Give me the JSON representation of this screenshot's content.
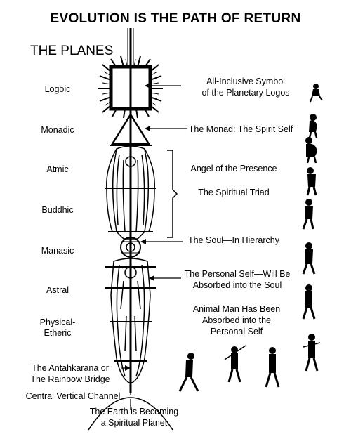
{
  "title": "EVOLUTION IS THE PATH OF RETURN",
  "planes_heading": "THE PLANES",
  "planes": [
    {
      "id": "logoic",
      "label": "Logoic"
    },
    {
      "id": "monadic",
      "label": "Monadic"
    },
    {
      "id": "atmic",
      "label": "Atmic"
    },
    {
      "id": "buddhic",
      "label": "Buddhic"
    },
    {
      "id": "manasic",
      "label": "Manasic"
    },
    {
      "id": "astral",
      "label": "Astral"
    },
    {
      "id": "physical_etheric",
      "label": "Physical-\nEtheric"
    }
  ],
  "annotations": {
    "logos": "All-Inclusive Symbol\nof the Planetary Logos",
    "monad": "The Monad: The Spirit Self",
    "angel": "Angel of the Presence",
    "triad": "The Spiritual Triad",
    "soul": "The Soul—In Hierarchy",
    "personal_self": "The Personal Self—Will Be\nAbsorbed into the Soul",
    "animal_man": "Animal Man Has Been\nAbsorbed into the\nPersonal Self",
    "antahkarana": "The Antahkarana or\nThe Rainbow Bridge",
    "central_channel": "Central Vertical Channel",
    "earth": "The Earth is Becoming\na Spiritual Planet"
  }
}
